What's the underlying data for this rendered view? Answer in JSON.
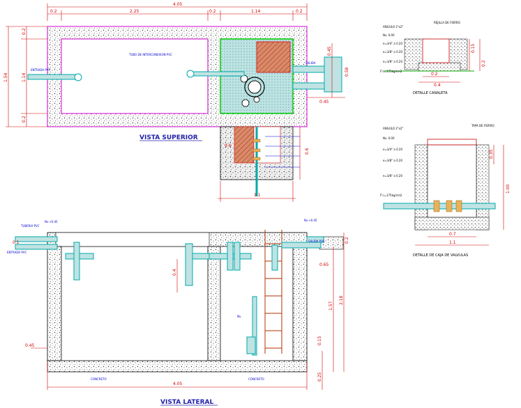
{
  "titles": {
    "top_view": "VISTA SUPERIOR",
    "side_view": "VISTA LATERAL",
    "channel_detail": "DETALLE CANALETA",
    "valve_box_detail": "DETALLE DE CAJA DE VALVULAS"
  },
  "top_view": {
    "dims_top": [
      "0.2",
      "2.25",
      "0.2",
      "1.14",
      "0.2"
    ],
    "overall": "4.05",
    "left_dims": [
      "0.2",
      "1.14",
      "0.2"
    ],
    "left_overall": "1.54",
    "right_dims": [
      "0.45",
      "0.58",
      "0.45"
    ],
    "lower_dims": [
      "0.6",
      "1.1"
    ]
  },
  "side_view": {
    "left_dims": [
      "0.1",
      "0.45"
    ],
    "right_dims": [
      "0.2",
      "0.65",
      "1.57",
      "2.18",
      "0.15",
      "0.25"
    ],
    "bottom_overall": "4.05",
    "interior_dim": "0.4"
  },
  "channel_detail": {
    "dims": [
      "0.15",
      "0.2",
      "0.2",
      "0.4"
    ]
  },
  "valve_box_detail": {
    "dims": [
      "0.35",
      "0.7",
      "1.1",
      "1.00"
    ]
  }
}
